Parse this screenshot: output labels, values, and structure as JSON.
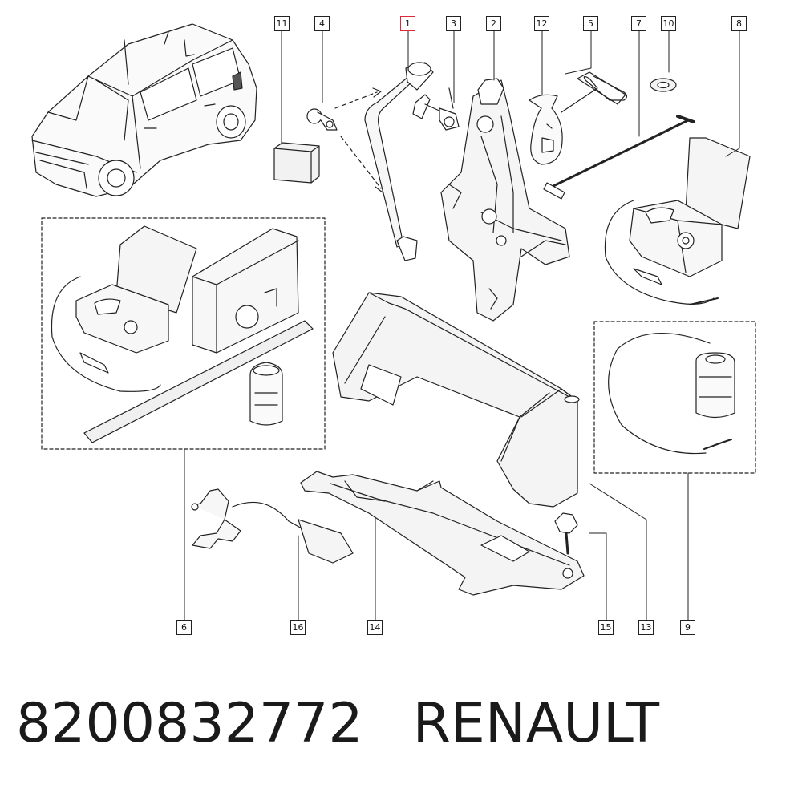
{
  "labels": [
    {
      "id": "11",
      "text": "11",
      "highlight": false
    },
    {
      "id": "4",
      "text": "4",
      "highlight": false
    },
    {
      "id": "1",
      "text": "1",
      "highlight": true
    },
    {
      "id": "3",
      "text": "3",
      "highlight": false
    },
    {
      "id": "2",
      "text": "2",
      "highlight": false
    },
    {
      "id": "12",
      "text": "12",
      "highlight": false
    },
    {
      "id": "5",
      "text": "5",
      "highlight": false
    },
    {
      "id": "7",
      "text": "7",
      "highlight": false
    },
    {
      "id": "10",
      "text": "10",
      "highlight": false
    },
    {
      "id": "8",
      "text": "8",
      "highlight": false
    },
    {
      "id": "6",
      "text": "6",
      "highlight": false
    },
    {
      "id": "16",
      "text": "16",
      "highlight": false
    },
    {
      "id": "14",
      "text": "14",
      "highlight": false
    },
    {
      "id": "15",
      "text": "15",
      "highlight": false
    },
    {
      "id": "13",
      "text": "13",
      "highlight": false
    },
    {
      "id": "9",
      "text": "9",
      "highlight": false
    }
  ],
  "caption": {
    "part_number": "8200832772",
    "brand": "RENAULT"
  },
  "colors": {
    "line": "#222222",
    "highlight": "#e2253a",
    "fill_light": "#f2f2f2",
    "fill_mid": "#d9d9d9"
  }
}
